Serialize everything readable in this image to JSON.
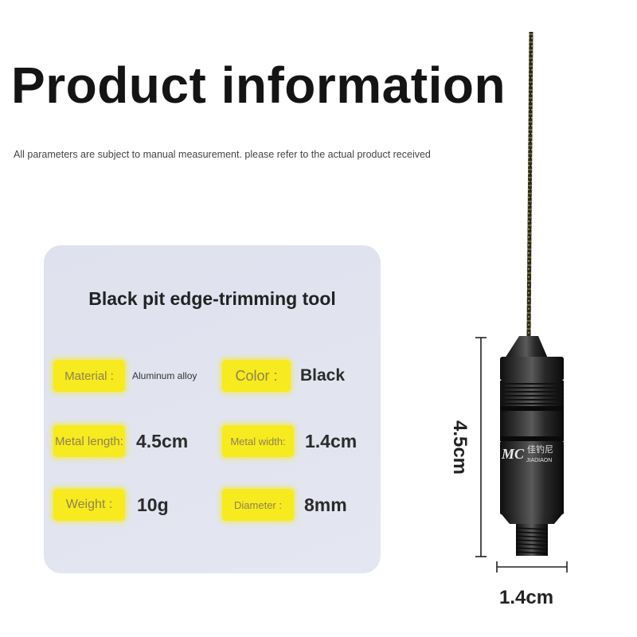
{
  "header": {
    "title": "Product information",
    "subtitle": "All parameters are subject to manual measurement. please refer to the actual product received"
  },
  "card": {
    "title": "Black pit edge-trimming tool",
    "specs": [
      {
        "label": "Material :",
        "value": "Aluminum alloy"
      },
      {
        "label": "Color :",
        "value": "Black"
      },
      {
        "label": "Metal length:",
        "value": "4.5cm"
      },
      {
        "label": "Metal width:",
        "value": "1.4cm"
      },
      {
        "label": "Weight :",
        "value": "10g"
      },
      {
        "label": "Diameter :",
        "value": "8mm"
      }
    ]
  },
  "product": {
    "brand_logo_text": "JIADIAON",
    "height_dimension": "4.5cm",
    "width_dimension": "1.4cm"
  },
  "colors": {
    "tag_yellow": "#f7ea1f",
    "card_bg": "#e0e3ef",
    "metal_black": "#1c1c1c"
  }
}
